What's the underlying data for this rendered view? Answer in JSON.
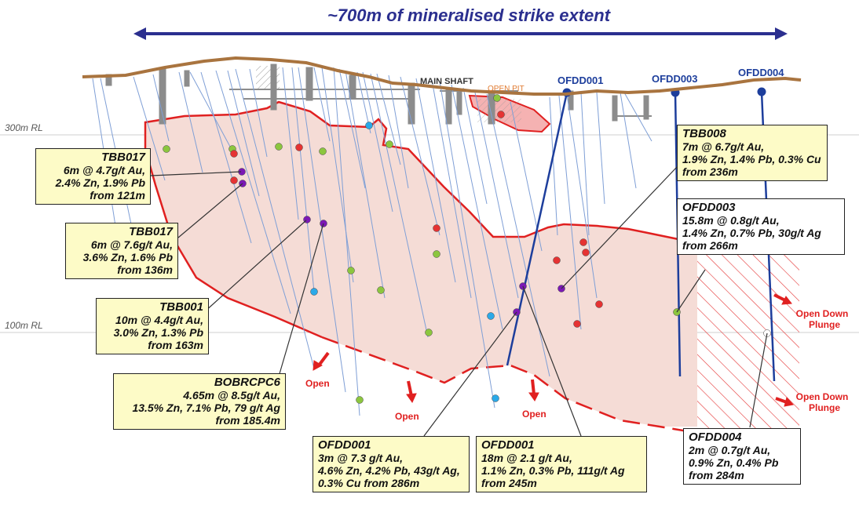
{
  "header": {
    "title": "~700m of mineralised strike extent"
  },
  "labels": {
    "rl_300": "300m RL",
    "rl_100": "100m RL",
    "main_shaft": "MAIN SHAFT",
    "open_pit": "OPEN PIT",
    "open": "Open",
    "open_down_plunge_1": "Open Down",
    "open_down_plunge_2": "Plunge"
  },
  "drillholes": {
    "ofdd001": "OFDD001",
    "ofdd003": "OFDD003",
    "ofdd004": "OFDD004"
  },
  "callouts": {
    "tbb017_a": {
      "title": "TBB017",
      "line1": "6m @ 4.7g/t Au,",
      "line2": "2.4% Zn, 1.9% Pb",
      "line3": "from 121m"
    },
    "tbb017_b": {
      "title": "TBB017",
      "line1": "6m @ 7.6g/t Au,",
      "line2": "3.6% Zn, 1.6% Pb",
      "line3": "from 136m"
    },
    "tbb001": {
      "title": "TBB001",
      "line1": "10m @ 4.4g/t Au,",
      "line2": "3.0% Zn, 1.3% Pb",
      "line3": "from 163m"
    },
    "bobrcpc6": {
      "title": "BOBRCPC6",
      "line1": "4.65m @ 8.5g/t Au,",
      "line2": "13.5% Zn, 7.1% Pb, 79 g/t Ag",
      "line3": "from 185.4m"
    },
    "ofdd001_a": {
      "title": "OFDD001",
      "line1": "3m @ 7.3 g/t Au,",
      "line2": "4.6% Zn, 4.2% Pb, 43g/t Ag,",
      "line3": "0.3% Cu from 286m"
    },
    "ofdd001_b": {
      "title": "OFDD001",
      "line1": "18m @ 2.1 g/t Au,",
      "line2": "1.1% Zn, 0.3% Pb, 111g/t Ag",
      "line3": "from 245m"
    },
    "tbb008": {
      "title": "TBB008",
      "line1": "7m @ 6.7g/t Au,",
      "line2": "1.9% Zn, 1.4% Pb, 0.3% Cu",
      "line3": "from 236m"
    },
    "ofdd003": {
      "title": "OFDD003",
      "line1": "15.8m @ 0.8g/t Au,",
      "line2": "1.4% Zn, 0.7% Pb, 30g/t Ag",
      "line3": "from 266m"
    },
    "ofdd004": {
      "title": "OFDD004",
      "line1": "2m @ 0.7g/t Au,",
      "line2": "0.9% Zn, 0.4% Pb",
      "line3": "from 284m"
    }
  },
  "colors": {
    "title": "#2b2f8f",
    "arrow": "#2b2f8f",
    "topography": "#a9743f",
    "zone_fill": "#f5dcd6",
    "zone_outline": "#e02020",
    "deep_hole": "#1d3e9c",
    "drill_trace": "#7f9fd6",
    "callout_yellow": "#fdfbc7",
    "marker_green": "#8cc63f",
    "marker_red": "#e53333",
    "marker_purple": "#7b18b5",
    "marker_cyan": "#2ba9e8",
    "open_text": "#e02020"
  }
}
